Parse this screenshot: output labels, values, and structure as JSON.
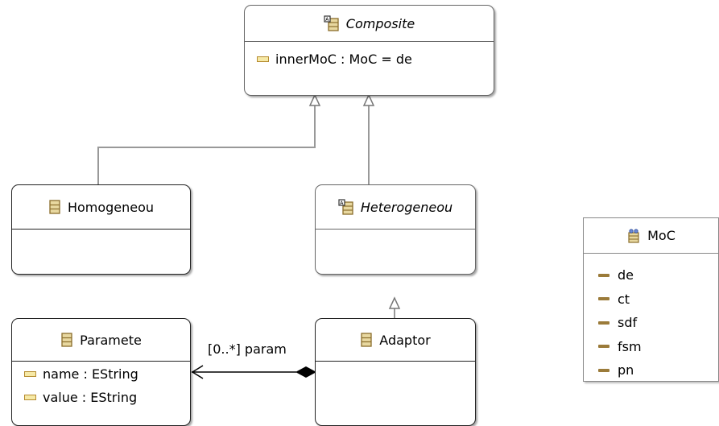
{
  "classes": {
    "composite": {
      "name": "Composite",
      "attributes": [
        "innerMoC : MoC = de"
      ]
    },
    "homogeneous": {
      "name": "Homogeneou"
    },
    "heterogeneous": {
      "name": "Heterogeneou"
    },
    "parameter": {
      "name": "Paramete",
      "attributes": [
        "name : EString",
        "value : EString"
      ]
    },
    "adaptor": {
      "name": "Adaptor"
    }
  },
  "enum": {
    "name": "MoC",
    "literals": [
      "de",
      "ct",
      "sdf",
      "fsm",
      "pn"
    ]
  },
  "association": {
    "label": "[0..*] param"
  },
  "colors": {
    "attr_icon_fill": "#f6e9a6",
    "attr_icon_border": "#b58b2f",
    "literal_icon": "#9b7b3a",
    "class_icon": "#e8d8a0"
  }
}
